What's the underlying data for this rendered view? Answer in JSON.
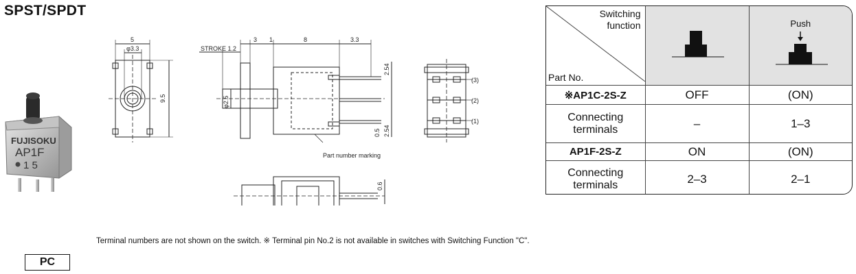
{
  "title": "SPST/SPDT",
  "photo": {
    "brand": "FUJISOKU",
    "model": "AP1F",
    "code": "1 5"
  },
  "drawing": {
    "front_view": {
      "width": "5",
      "diameter": "φ3.3",
      "height": "9.5"
    },
    "side_view": {
      "stroke": "STROKE 1.2",
      "dim_3": "3",
      "dim_1": "1",
      "dim_8": "8",
      "dim_3_3": "3.3",
      "dim_2_54_top": "2.54",
      "dim_2_5": "φ2.5",
      "dim_0_5": "0.5",
      "dim_2_54_bottom": "2.54",
      "part_number_marking": "Part number marking"
    },
    "terminal_view": {
      "terminals": [
        "(3)",
        "(2)",
        "(1)"
      ]
    },
    "bottom_view": {
      "dim_0_6": "0.6"
    }
  },
  "table": {
    "header": {
      "switching_function": "Switching\nfunction",
      "part_no": "Part No.",
      "push_label": "Push"
    },
    "rows": [
      {
        "label": "※AP1C-2S-Z",
        "col1": "OFF",
        "col2": "(ON)",
        "type": "model"
      },
      {
        "label": "Connecting terminals",
        "col1": "–",
        "col2": "1–3",
        "type": "term"
      },
      {
        "label": "AP1F-2S-Z",
        "col1": "ON",
        "col2": "(ON)",
        "type": "model"
      },
      {
        "label": "Connecting terminals",
        "col1": "2–3",
        "col2": "2–1",
        "type": "term"
      }
    ]
  },
  "note": "Terminal numbers are not shown on the switch.   ※ Terminal pin No.2 is not available in switches with Switching Function \"C\".",
  "pc_label": "PC"
}
